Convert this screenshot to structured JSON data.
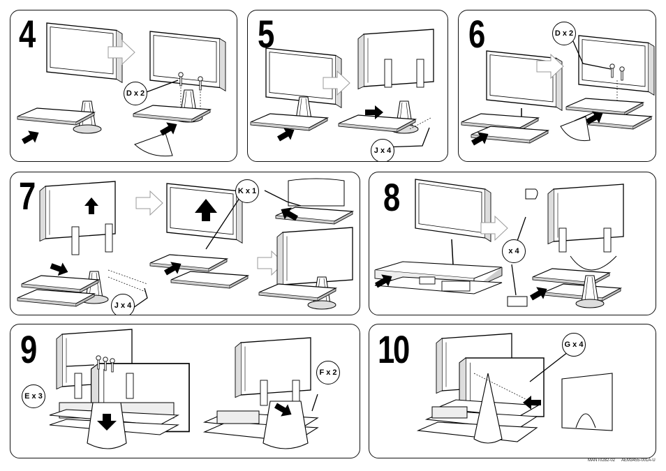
{
  "steps": [
    {
      "number": "4",
      "callouts": [
        "D x 2"
      ]
    },
    {
      "number": "5",
      "callouts": [
        "J x 4"
      ]
    },
    {
      "number": "6",
      "callouts": [
        "D x 2"
      ]
    },
    {
      "number": "7",
      "callouts": [
        "K x 1",
        "J x 4"
      ]
    },
    {
      "number": "8",
      "callouts": [
        "x 4"
      ]
    },
    {
      "number": "9",
      "callouts": [
        "E x 3",
        "F x 2"
      ]
    },
    {
      "number": "10",
      "callouts": [
        "G x 4"
      ]
    }
  ],
  "footer": {
    "code_left": "MANT0282-02",
    "code_right": "AEM3455-001A-U"
  }
}
